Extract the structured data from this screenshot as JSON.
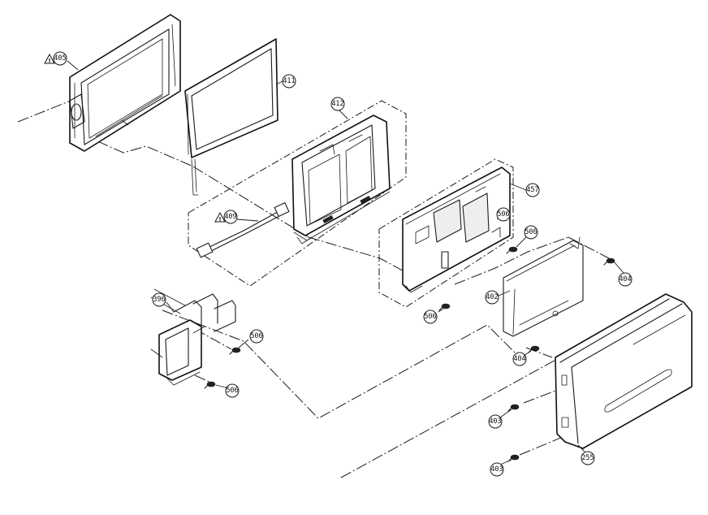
{
  "diagram": {
    "callouts": [
      {
        "id": "top-left-frame",
        "label": "405"
      },
      {
        "id": "lcd-panel",
        "label": "411"
      },
      {
        "id": "lcd-chassis",
        "label": "412"
      },
      {
        "id": "flex-cable",
        "label": "409"
      },
      {
        "id": "circuit-board",
        "label": "457"
      },
      {
        "id": "board-screw-upper",
        "label": "506"
      },
      {
        "id": "board-screw-inner",
        "label": "506"
      },
      {
        "id": "board-screw-lower",
        "label": "506"
      },
      {
        "id": "shield-screw-right",
        "label": "404"
      },
      {
        "id": "shield-plate",
        "label": "402"
      },
      {
        "id": "shield-screw-bottom",
        "label": "404"
      },
      {
        "id": "hinge-assembly",
        "label": "396"
      },
      {
        "id": "hinge-screw-upper",
        "label": "506"
      },
      {
        "id": "hinge-screw-lower",
        "label": "506"
      },
      {
        "id": "cover-screw-upper",
        "label": "403"
      },
      {
        "id": "cover-screw-lower",
        "label": "403"
      },
      {
        "id": "rear-cover",
        "label": "255"
      }
    ],
    "warning_symbol": "!"
  }
}
